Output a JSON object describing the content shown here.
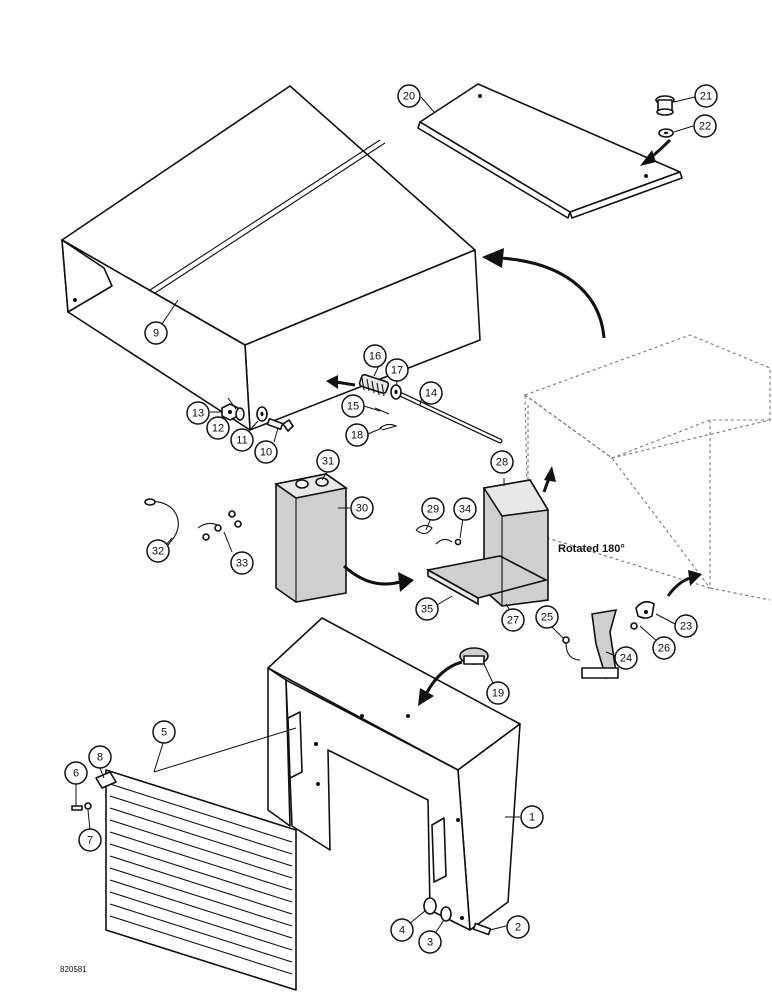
{
  "callouts": [
    {
      "id": "1",
      "label": "1"
    },
    {
      "id": "2",
      "label": "2"
    },
    {
      "id": "3",
      "label": "3"
    },
    {
      "id": "4",
      "label": "4"
    },
    {
      "id": "5",
      "label": "5"
    },
    {
      "id": "6",
      "label": "6"
    },
    {
      "id": "7",
      "label": "7"
    },
    {
      "id": "8",
      "label": "8"
    },
    {
      "id": "9",
      "label": "9"
    },
    {
      "id": "10",
      "label": "10"
    },
    {
      "id": "11",
      "label": "11"
    },
    {
      "id": "12",
      "label": "12"
    },
    {
      "id": "13",
      "label": "13"
    },
    {
      "id": "14",
      "label": "14"
    },
    {
      "id": "15",
      "label": "15"
    },
    {
      "id": "16",
      "label": "16"
    },
    {
      "id": "17",
      "label": "17"
    },
    {
      "id": "18",
      "label": "18"
    },
    {
      "id": "19",
      "label": "19"
    },
    {
      "id": "20",
      "label": "20"
    },
    {
      "id": "21",
      "label": "21"
    },
    {
      "id": "22",
      "label": "22"
    },
    {
      "id": "23",
      "label": "23"
    },
    {
      "id": "24",
      "label": "24"
    },
    {
      "id": "25",
      "label": "25"
    },
    {
      "id": "26",
      "label": "26"
    },
    {
      "id": "27",
      "label": "27"
    },
    {
      "id": "28",
      "label": "28"
    },
    {
      "id": "29",
      "label": "29"
    },
    {
      "id": "30",
      "label": "30"
    },
    {
      "id": "31",
      "label": "31"
    },
    {
      "id": "32",
      "label": "32"
    },
    {
      "id": "33",
      "label": "33"
    },
    {
      "id": "34",
      "label": "34"
    },
    {
      "id": "35",
      "label": "35"
    }
  ],
  "annotations": {
    "rotated_note": "Rotated 180°",
    "drawing_ref": "820581"
  }
}
